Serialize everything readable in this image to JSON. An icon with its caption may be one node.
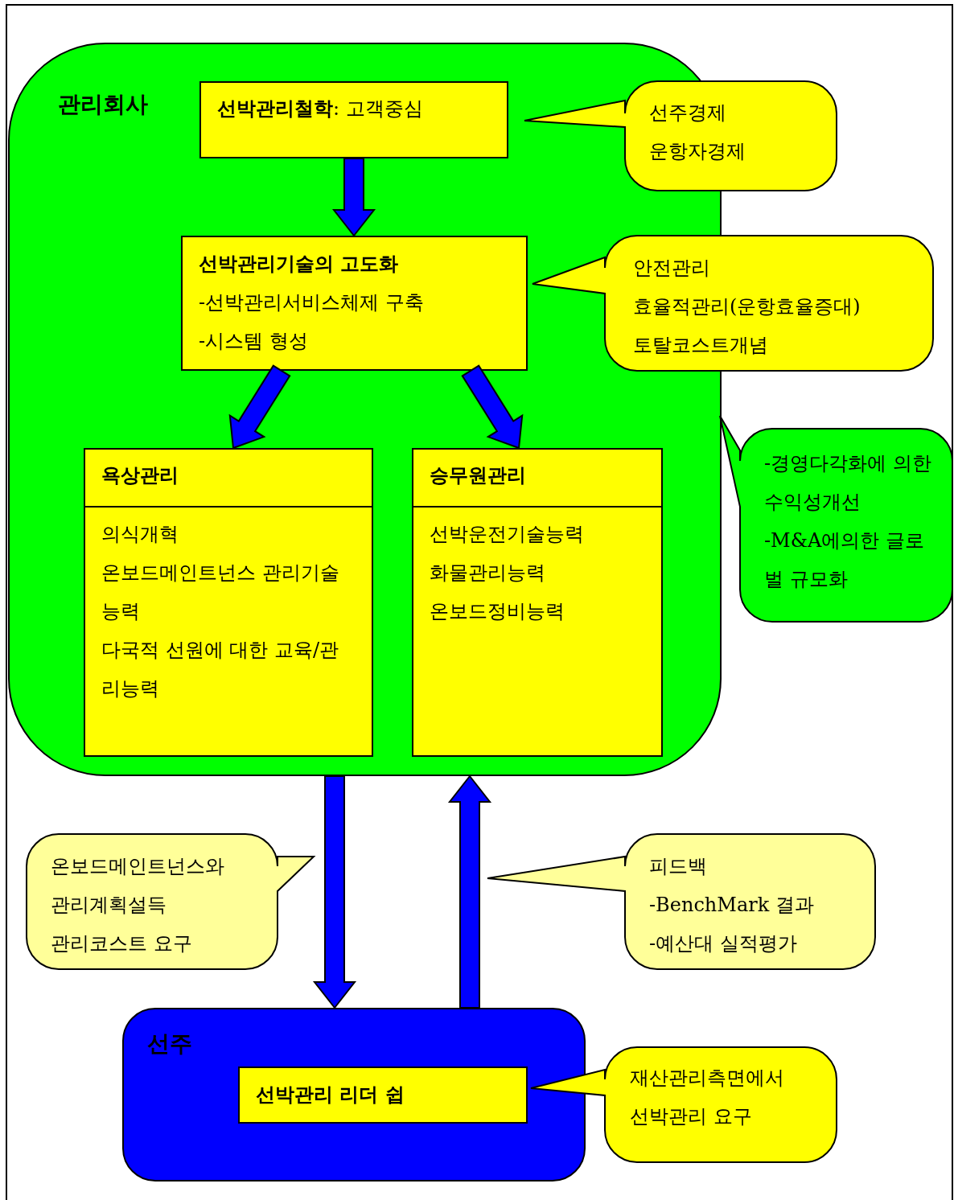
{
  "diagram": {
    "nodes": [
      {
        "text": [
          "관리회사"
        ]
      },
      {
        "text": [
          "**선박관리철학**: 고객중심"
        ],
        "in": 0
      },
      {
        "text": [
          "선주경제",
          "운항자경제"
        ]
      },
      {
        "text": [
          "선박관리기술의 고도화",
          "-선박관리서비스체제 구축",
          "-시스템 형성"
        ],
        "in": 0
      },
      {
        "text": [
          "안전관리",
          "효율적관리(운항효율증대)",
          "토탈코스트개념"
        ]
      },
      {
        "text": [
          "욕상관리",
          "의식개혁",
          "온보드메인트넌스 관리기술능력",
          "다국적 선원에 대한 교육/관리능력"
        ],
        "in": 0
      },
      {
        "text": [
          "승무원관리",
          "선박운전기술능력",
          "화물관리능력",
          "온보드정비능력"
        ],
        "in": 0
      },
      {
        "text": [
          "-경영다각화에 의한 수익성개선",
          "-M&A에의한 글로벌 규모화"
        ]
      },
      {
        "text": [
          "온보드메인트넌스와",
          "관리계획설득",
          "관리코스트 요구"
        ]
      },
      {
        "text": [
          "피드백",
          "-BenchMark 결과",
          "-예산대 실적평가"
        ]
      },
      {
        "text": [
          "선주"
        ]
      },
      {
        "text": [
          "선박관리 리더 쉽"
        ],
        "in": 10
      },
      {
        "text": [
          "재산관리측면에서",
          "선박관리 요구"
        ]
      }
    ],
    "edges": [
      {
        "from": 1,
        "to": 3,
        "arrow": "to"
      },
      {
        "from": 3,
        "to": 5,
        "arrow": "to"
      },
      {
        "from": 3,
        "to": 6,
        "arrow": "to"
      },
      {
        "from": 0,
        "to": 10,
        "arrow": "to"
      },
      {
        "from": 10,
        "to": 0,
        "arrow": "to"
      }
    ]
  }
}
